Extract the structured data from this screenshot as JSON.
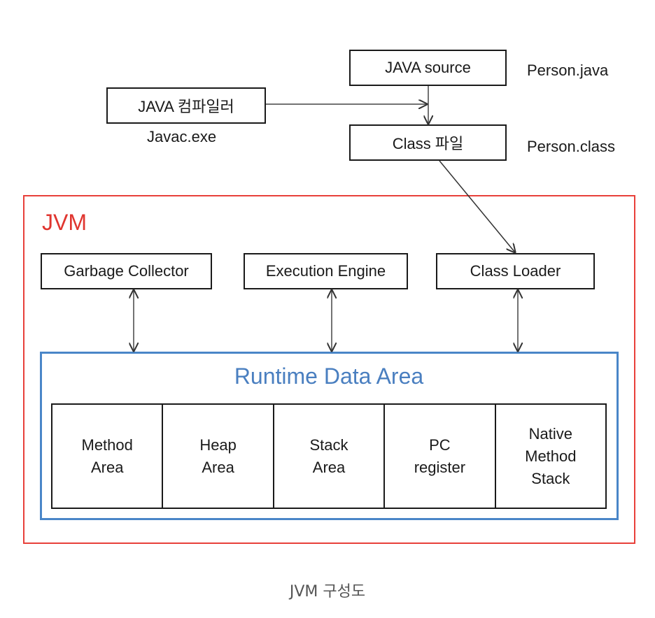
{
  "diagram": {
    "top_flow": {
      "java_source": "JAVA source",
      "java_source_file": "Person.java",
      "compiler": "JAVA 컴파일러",
      "compiler_exe": "Javac.exe",
      "class_file": "Class 파일",
      "class_file_name": "Person.class"
    },
    "jvm": {
      "title": "JVM",
      "components": [
        {
          "label": "Garbage Collector"
        },
        {
          "label": "Execution Engine"
        },
        {
          "label": "Class Loader"
        }
      ],
      "runtime_data_area": {
        "title": "Runtime Data Area",
        "cells": [
          {
            "label": "Method\nArea"
          },
          {
            "label": "Heap\nArea"
          },
          {
            "label": "Stack\nArea"
          },
          {
            "label": "PC\nregister"
          },
          {
            "label": "Native\nMethod\nStack"
          }
        ]
      }
    },
    "colors": {
      "jvm_frame": "#e8403a",
      "runtime_frame": "#4a86c8",
      "line": "#1a1a1a"
    }
  },
  "caption": "JVM 구성도"
}
